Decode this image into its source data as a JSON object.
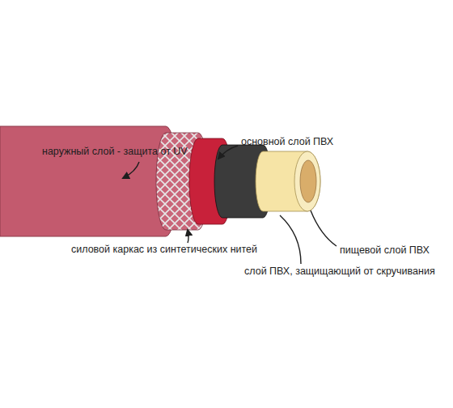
{
  "diagram": {
    "labels": [
      "наружный слой - защита от UV",
      "основной слой ПВХ",
      "силовой каркас из синтетических нитей",
      "слой ПВХ, защищающий от скручивания",
      "пищевой слой ПВХ"
    ]
  }
}
